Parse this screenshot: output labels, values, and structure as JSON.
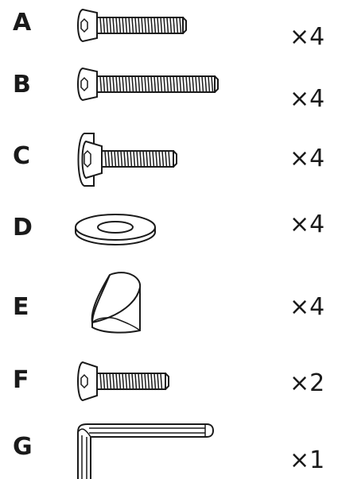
{
  "parts": [
    {
      "letter": "A",
      "quantity": "×4",
      "item": "flat-head-screw-icon"
    },
    {
      "letter": "B",
      "quantity": "×4",
      "item": "long-flat-head-screw-icon"
    },
    {
      "letter": "C",
      "quantity": "×4",
      "item": "flanged-screw-icon"
    },
    {
      "letter": "D",
      "quantity": "×4",
      "item": "washer-icon"
    },
    {
      "letter": "E",
      "quantity": "×4",
      "item": "angled-cap-icon"
    },
    {
      "letter": "F",
      "quantity": "×2",
      "item": "short-screw-icon"
    },
    {
      "letter": "G",
      "quantity": "×1",
      "item": "hex-key-icon"
    }
  ],
  "colors": {
    "ink": "#1a1a1a",
    "background": "#ffffff"
  }
}
